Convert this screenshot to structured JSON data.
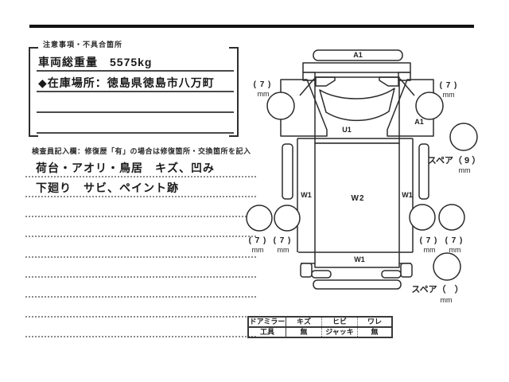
{
  "colors": {
    "ink": "#1a1a1a",
    "rule": "#4a4a4a",
    "bar": "#121212"
  },
  "notes_box": {
    "header": "注意事項・不具合箇所",
    "rows": [
      "車両総重量　5575kg",
      "◆在庫場所：徳島県徳島市八万町",
      "",
      ""
    ]
  },
  "inspector": {
    "header": "検査員記入欄：修復歴「有」の場合は修復箇所・交換箇所を記入",
    "lines": [
      "荷台・アオリ・鳥居　キズ、凹み",
      "下廻り　サビ、ペイント跡",
      "",
      "",
      "",
      "",
      "",
      "",
      ""
    ]
  },
  "diagram": {
    "label_a1_front": "A1",
    "label_u1": "U1",
    "label_a1_fender": "A1",
    "label_w1_left": "W1",
    "label_w2": "W2",
    "label_w1_right": "W1",
    "label_w1_rear": "W1",
    "depth_front_left": "( 7 )",
    "depth_front_right": "( 7 )",
    "depth_rear_left_outer": "( 7 )",
    "depth_rear_left_inner": "( 7 )",
    "depth_rear_right_inner": "( 7 )",
    "depth_rear_right_outer": "( 7 )",
    "unit": "mm",
    "spare_top_label": "スペア（ 9 ）",
    "spare_top_unit": "mm",
    "spare_bottom_label": "スペア（　）",
    "spare_bottom_unit": "mm"
  },
  "equipment_table": {
    "rows": [
      [
        "ドアミラー",
        "キズ",
        "ヒビ",
        "ワレ"
      ],
      [
        "工具",
        "無",
        "ジャッキ",
        "無"
      ]
    ]
  }
}
